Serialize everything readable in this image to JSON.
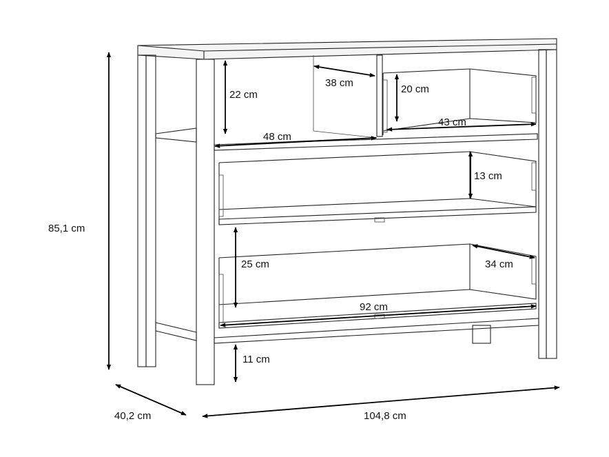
{
  "dimensions": {
    "height_total": "85,1 cm",
    "depth_total": "40,2 cm",
    "width_total": "104,8 cm",
    "open_shelf_height": "22 cm",
    "open_shelf_depth": "38 cm",
    "open_shelf_width": "48 cm",
    "small_drawer_height": "20 cm",
    "small_drawer_width": "43 cm",
    "middle_drawer_height": "13 cm",
    "bottom_drawer_height": "25 cm",
    "bottom_drawer_depth": "34 cm",
    "bottom_drawer_width": "92 cm",
    "leg_height": "11 cm"
  },
  "colors": {
    "line": "#222222",
    "dimension_line": "#000000",
    "background": "#ffffff"
  }
}
